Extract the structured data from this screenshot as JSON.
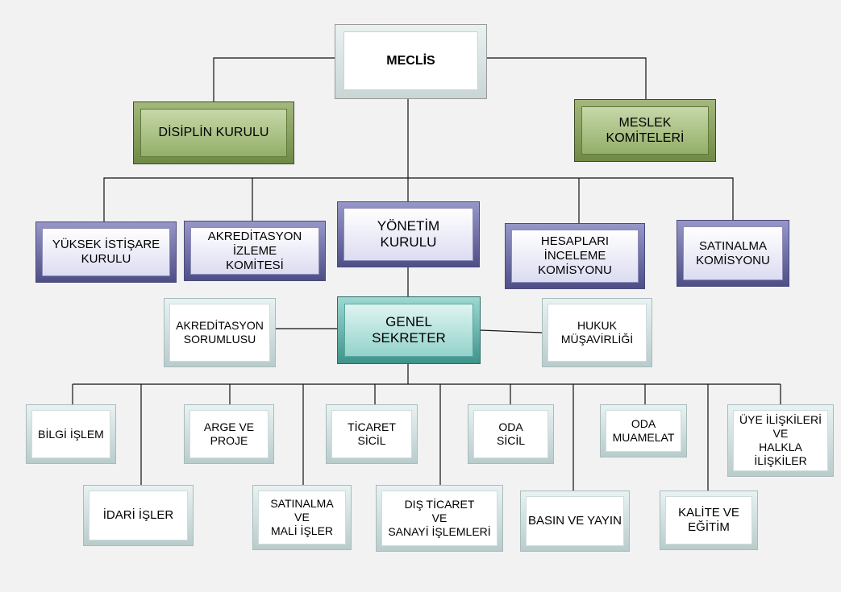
{
  "nodes": {
    "meclis": "MECLİS",
    "disiplin": "DİSİPLİN KURULU",
    "meslek": "MESLEK\nKOMİTELERİ",
    "yuksek": "YÜKSEK İSTİŞARE\nKURULU",
    "akreditasyon_izleme": "AKREDİTASYON\nİZLEME\nKOMİTESİ",
    "yonetim": "YÖNETİM\nKURULU",
    "hesaplari": "HESAPLARI\nİNCELEME\nKOMİSYONU",
    "satinalma_kom": "SATINALMA\nKOMİSYONU",
    "akreditasyon_sor": "AKREDİTASYON\nSORUMLUSU",
    "genel": "GENEL\nSEKRETER",
    "hukuk": "HUKUK\nMÜŞAVİRLİĞİ",
    "bilgi": "BİLGİ İŞLEM",
    "idari": "İDARİ İŞLER",
    "arge": "ARGE VE\nPROJE",
    "satinalma_mali": "SATINALMA\nVE\nMALİ İŞLER",
    "ticaret": "TİCARET\nSİCİL",
    "dis_ticaret": "DIŞ TİCARET\nVE\nSANAYİ İŞLEMLERİ",
    "oda_sicil": "ODA\nSİCİL",
    "basin": "BASIN VE YAYIN",
    "oda_muamelat": "ODA\nMUAMELAT",
    "kalite": "KALİTE VE\nEĞİTİM",
    "uye": "ÜYE İLİŞKİLERİ\nVE\nHALKLA\nİLİŞKİLER"
  }
}
